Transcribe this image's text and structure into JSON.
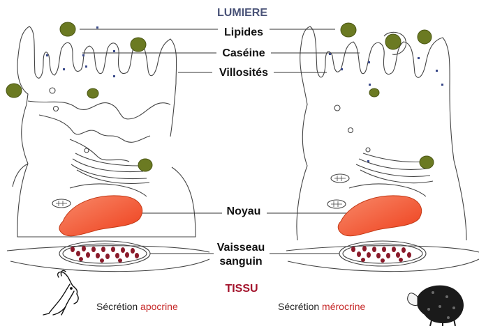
{
  "labels": {
    "lumiere": "LUMIERE",
    "lipides": "Lipides",
    "caseine": "Caséine",
    "villosites": "Villosités",
    "noyau": "Noyau",
    "vaisseau_line1": "Vaisseau",
    "vaisseau_line2": "sanguin",
    "tissu": "TISSU"
  },
  "captions": {
    "left_prefix": "Sécrétion ",
    "left_type": "apocrine",
    "right_prefix": "Sécrétion ",
    "right_type": "mérocrine"
  },
  "colors": {
    "lipid": "#6b7a22",
    "lipid_stroke": "#4a5614",
    "nucleus": "#f0502a",
    "blood_cell": "#8a1a2a",
    "lumiere_text": "#4a5378",
    "tissu_text": "#a3122b",
    "caption_highlight": "#c62828",
    "casein_dot": "#3a4a8a"
  },
  "icons": {
    "left_animal": "goat-icon",
    "right_animal": "sheep-icon"
  }
}
